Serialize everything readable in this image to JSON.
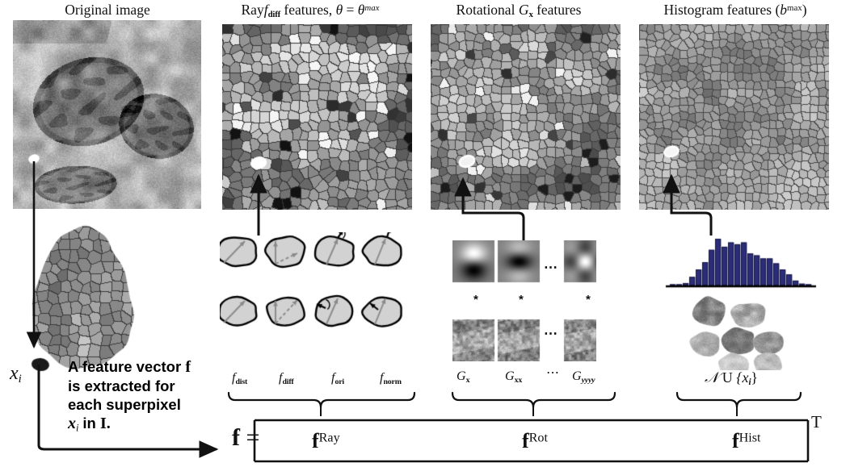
{
  "figure": {
    "title": "Superpixel feature extraction pipeline",
    "columns": [
      {
        "id": "original",
        "header_parts": [
          "Original image"
        ],
        "header_plain": "Original image"
      },
      {
        "id": "ray",
        "header_plain": "Ray f_diff features, θ = θ^max"
      },
      {
        "id": "rotational",
        "header_plain": "Rotational G_x features"
      },
      {
        "id": "histogram",
        "header_plain": "Histogram features (b ^max)"
      }
    ]
  },
  "headers": {
    "original": "Original image",
    "ray_pre": "Ray",
    "ray_f": "f",
    "ray_fsub": "diff",
    "ray_mid": "features,",
    "ray_theta": "θ",
    "ray_eq": "=",
    "ray_theta2": "θ",
    "ray_thetasup": "max",
    "rot_pre": "Rotational",
    "rot_g": "G",
    "rot_gsub": "x",
    "rot_post": "features",
    "hist_pre": "Histogram features (",
    "hist_b": "b",
    "hist_bsup": "max",
    "hist_post": ")"
  },
  "annotations": {
    "xi_label": "x",
    "xi_sub": "i",
    "caption_lines": [
      "A feature vector f",
      "is extracted for",
      "each superpixel",
      "x  in I."
    ],
    "caption_line1_a": "A feature vector ",
    "caption_line1_b": "f",
    "caption_line2": "is extracted for",
    "caption_line3": "each superpixel",
    "caption_line4_x": "x",
    "caption_line4_sub": "i",
    "caption_line4_mid": " in ",
    "caption_line4_I": "I",
    "caption_line4_end": "."
  },
  "feature_labels": {
    "ray": [
      {
        "base": "f",
        "sub": "dist"
      },
      {
        "base": "f",
        "sub": "diff"
      },
      {
        "base": "f",
        "sub": "ori"
      },
      {
        "base": "f",
        "sub": "norm"
      }
    ],
    "rot": [
      {
        "base": "G",
        "sub": "x"
      },
      {
        "base": "G",
        "sub": "xx"
      },
      {
        "base": "⋯",
        "sub": ""
      },
      {
        "base": "G",
        "sub": "yyyy"
      }
    ],
    "hist": {
      "set": "𝒩",
      "union": "U",
      "element": "{x",
      "element_sub": "i",
      "element_end": "}"
    }
  },
  "equation": {
    "lhs": "f",
    "equals": "=",
    "terms": [
      {
        "base": "f",
        "sup": "Ray"
      },
      {
        "base": "f",
        "sup": "Rot"
      },
      {
        "base": "f",
        "sup": "Hist"
      }
    ],
    "transpose": "T"
  },
  "conv_symbols": [
    "*",
    "*",
    "*"
  ],
  "ellipsis": "⋯",
  "colors": {
    "histogram_bar": "#2b2d7a",
    "histogram_bar_edge": "#14143f",
    "axis": "#000000",
    "arrow": "#111111",
    "superpixel_fill": "#c8c8c8",
    "superpixel_outline": "#000000",
    "background": "#ffffff",
    "text": "#111111"
  },
  "chart_data": {
    "type": "bar",
    "title": "Intensity histogram of superpixel neighborhood",
    "xlabel": "",
    "ylabel": "",
    "grid": false,
    "legend": null,
    "categories": [
      "1",
      "2",
      "3",
      "4",
      "5",
      "6",
      "7",
      "8",
      "9",
      "10",
      "11",
      "12",
      "13",
      "14",
      "15",
      "16",
      "17",
      "18",
      "19",
      "20",
      "21",
      "22"
    ],
    "values": [
      2,
      2,
      4,
      14,
      26,
      38,
      58,
      76,
      63,
      70,
      67,
      70,
      52,
      49,
      44,
      44,
      36,
      26,
      18,
      8,
      3,
      2
    ],
    "ylim": [
      0,
      80
    ]
  },
  "kernels": {
    "top_row": [
      "G_x",
      "G_xx",
      "ellipsis",
      "G_yyyy"
    ],
    "bottom_row": [
      "patch",
      "patch",
      "ellipsis",
      "patch"
    ]
  },
  "ray_diagram": {
    "rows": 2,
    "cols": 4,
    "cells": [
      {
        "type": "solid-ray",
        "note": "f_dist: solid ray from boundary to boundary"
      },
      {
        "type": "dashed-ray",
        "note": "f_diff: dashed difference ray"
      },
      {
        "type": "ray-with-normal",
        "note": "f_ori: ray with surface normal arrow"
      },
      {
        "type": "ray-with-normal-alt",
        "note": "f_norm: ray with normal at top"
      },
      {
        "type": "solid-ray",
        "note": "second orientation"
      },
      {
        "type": "dashed-ray",
        "note": "second orientation"
      },
      {
        "type": "ray-with-normal",
        "note": "second orientation"
      },
      {
        "type": "ray-with-normal-alt",
        "note": "second orientation"
      }
    ]
  }
}
